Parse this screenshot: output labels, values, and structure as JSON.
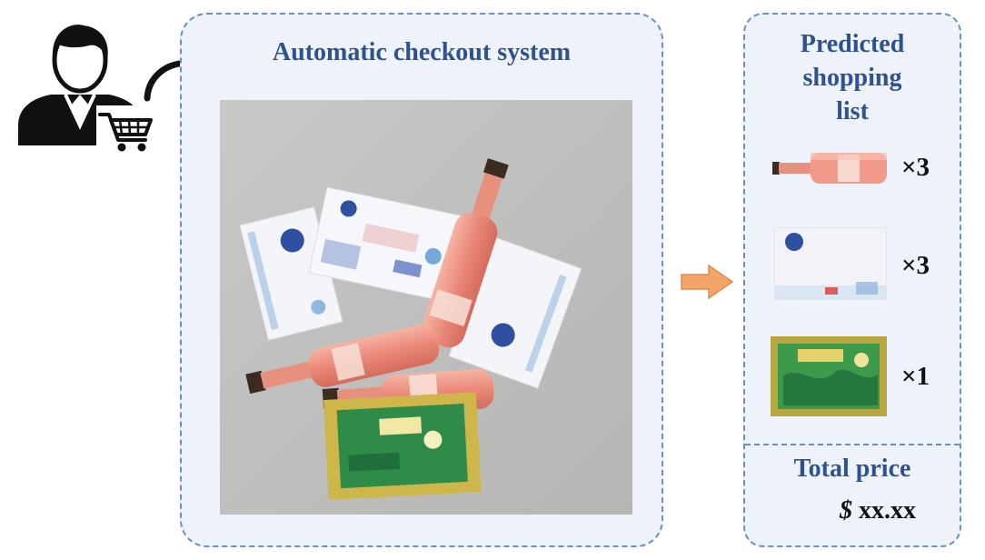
{
  "checkout": {
    "title": "Automatic checkout system"
  },
  "shopping_list": {
    "title_lines": [
      "Predicted",
      "shopping",
      "list"
    ],
    "items": [
      {
        "icon": "rio-bottle-icon",
        "quantity": "×3"
      },
      {
        "icon": "tissue-pack-icon",
        "quantity": "×3"
      },
      {
        "icon": "tea-box-icon",
        "quantity": "×1"
      }
    ]
  },
  "total": {
    "label": "Total price",
    "value": "xx.xx",
    "currency": "$"
  },
  "colors": {
    "title_blue": "#2f528f",
    "panel_border": "#6a8fc4",
    "panel_bg": "#eef2fa",
    "arrow_orange": "#f4a468",
    "bottle_pink": "#f19a8a",
    "tea_green": "#3c9a4a"
  }
}
